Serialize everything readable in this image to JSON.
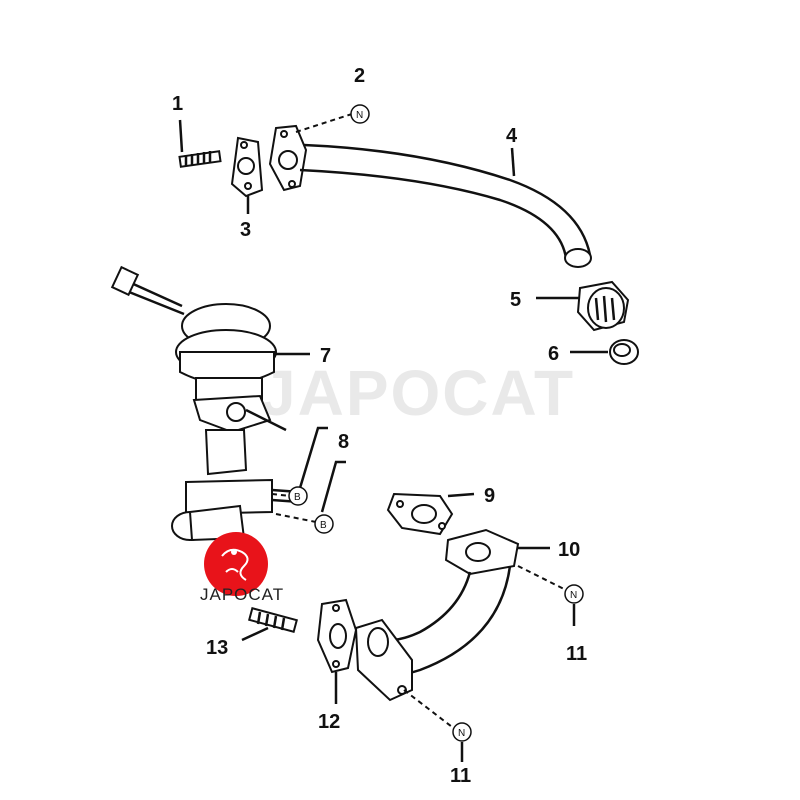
{
  "watermark": {
    "text": "JAPOCAT",
    "logo_text": "JAPOCAT",
    "logo_color": "#e8131a"
  },
  "callouts": [
    {
      "label": "1"
    },
    {
      "label": "2"
    },
    {
      "label": "3"
    },
    {
      "label": "4"
    },
    {
      "label": "5"
    },
    {
      "label": "6"
    },
    {
      "label": "7"
    },
    {
      "label": "8"
    },
    {
      "label": "9"
    },
    {
      "label": "10"
    },
    {
      "label": "11"
    },
    {
      "label": "11"
    },
    {
      "label": "12"
    },
    {
      "label": "13"
    }
  ],
  "tags": {
    "nut": "N",
    "bolt": "B"
  }
}
